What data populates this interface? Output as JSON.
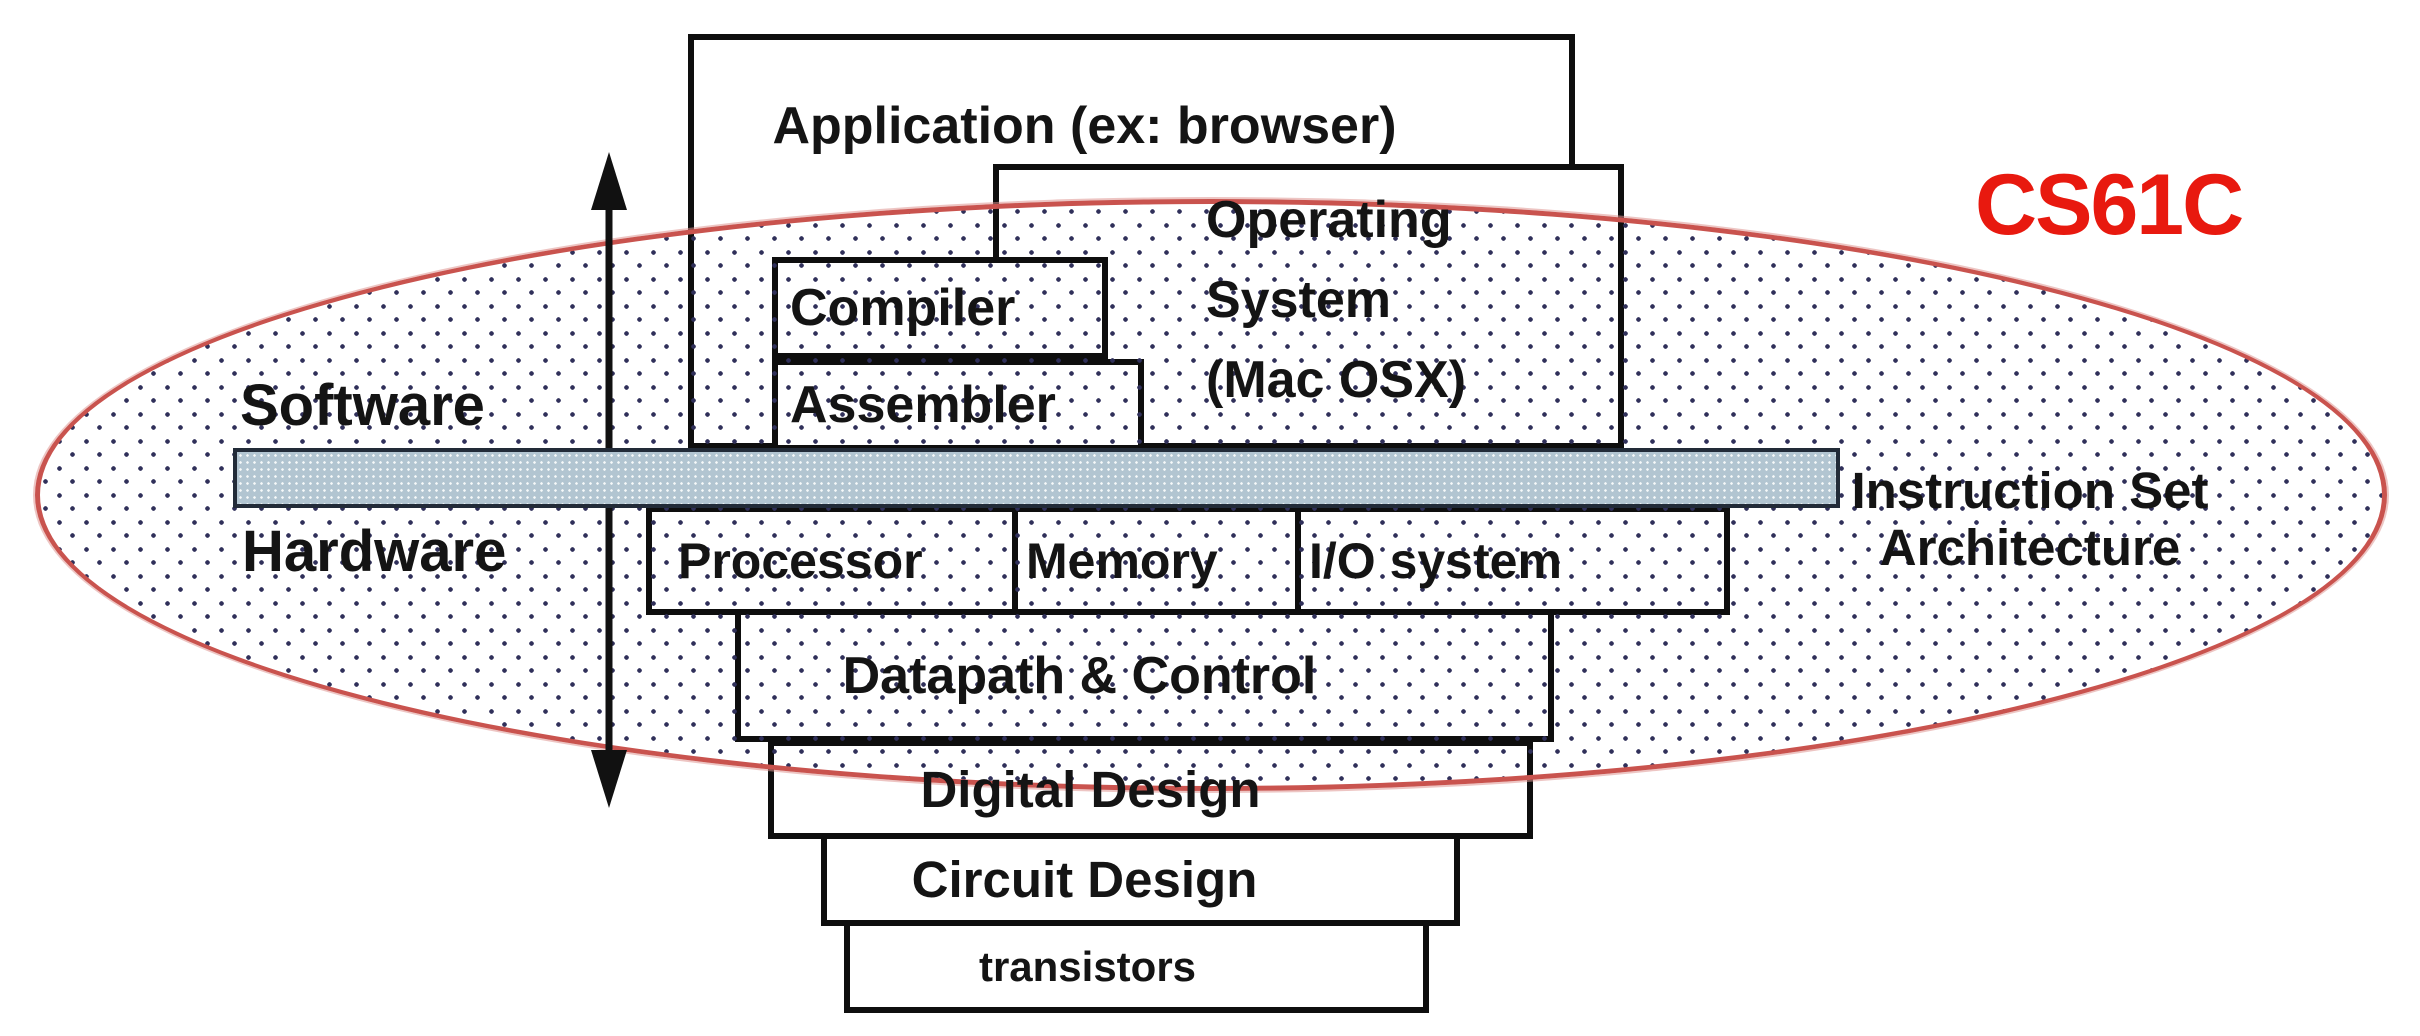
{
  "course": {
    "label": "CS61C",
    "color": "#e8190f"
  },
  "side_labels": {
    "software": "Software",
    "hardware": "Hardware",
    "isa_line1": "Instruction Set",
    "isa_line2": "Architecture"
  },
  "boxes": {
    "application": "Application (ex: browser)",
    "os_lines": [
      "Operating",
      "System",
      "(Mac OSX)"
    ],
    "compiler": "Compiler",
    "assembler": "Assembler",
    "processor": "Processor",
    "memory": "Memory",
    "io_system": "I/O system",
    "datapath": "Datapath & Control",
    "digital_design": "Digital Design",
    "circuit_design": "Circuit Design",
    "transistors": "transistors"
  },
  "icons": {
    "abstraction_arrow": "double-headed-vertical-arrow-icon"
  },
  "colors": {
    "scope_ellipse_border": "#c9534e",
    "ellipse_dot": "#30305a",
    "isa_bar_fill": "#b2c5d1",
    "isa_bar_border": "#222b38",
    "box_border": "#0e0e0e",
    "text": "#141414"
  }
}
